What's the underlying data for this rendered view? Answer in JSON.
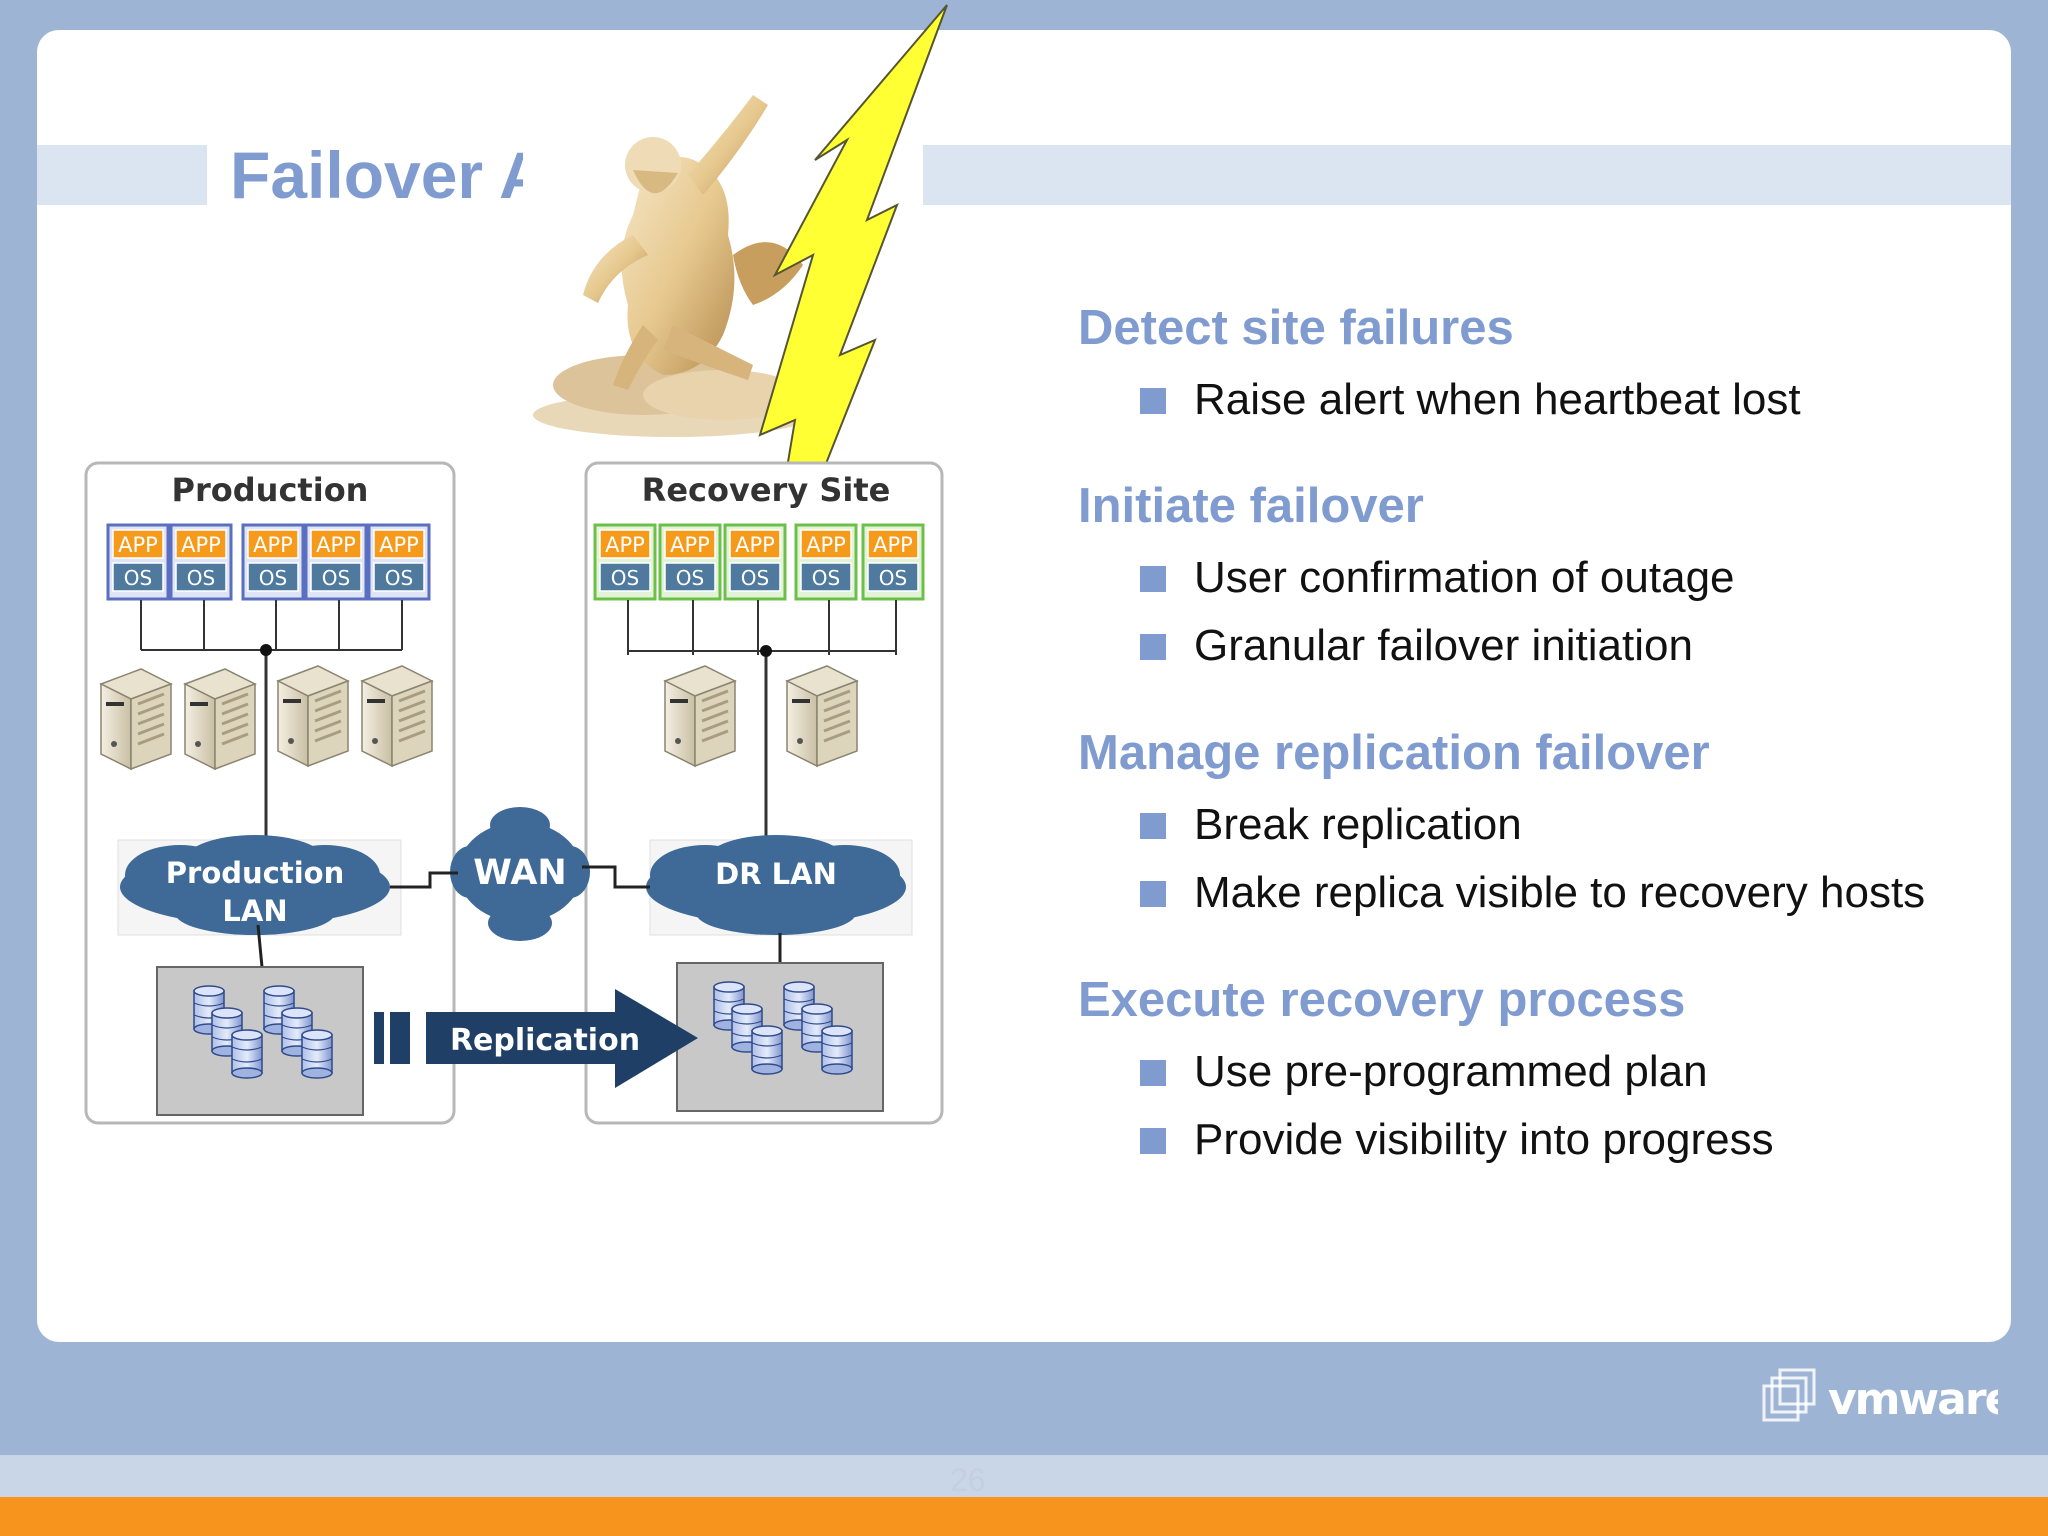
{
  "slide": {
    "title": "Failover Automation",
    "page_number": "26"
  },
  "diagram": {
    "production_label": "Production",
    "recovery_label": "Recovery Site",
    "app_label": "APP",
    "os_label": "OS",
    "production_lan_line1": "Production",
    "production_lan_line2": "LAN",
    "wan_label": "WAN",
    "dr_lan_label": "DR LAN",
    "replication_label": "Replication"
  },
  "sections": [
    {
      "heading": "Detect site failures",
      "bullets": [
        "Raise alert when heartbeat lost"
      ]
    },
    {
      "heading": "Initiate failover",
      "bullets": [
        "User confirmation of outage",
        "Granular failover initiation"
      ]
    },
    {
      "heading": "Manage replication failover",
      "bullets": [
        "Break replication",
        "Make replica visible to recovery hosts"
      ]
    },
    {
      "heading": "Execute recovery process",
      "bullets": [
        "Use pre-programmed plan",
        "Provide visibility into progress"
      ]
    }
  ],
  "logo": {
    "brand": "vmware"
  },
  "colors": {
    "title": "#7f9bcf",
    "bullet": "#7f9bcf",
    "cloud": "#3f6a97",
    "orange_strip": "#f7941d",
    "bolt": "#ffff33"
  },
  "icons": [
    "lightning-bolt-icon",
    "server-icon",
    "database-icon",
    "cloud-icon",
    "vmware-logo-icon"
  ]
}
